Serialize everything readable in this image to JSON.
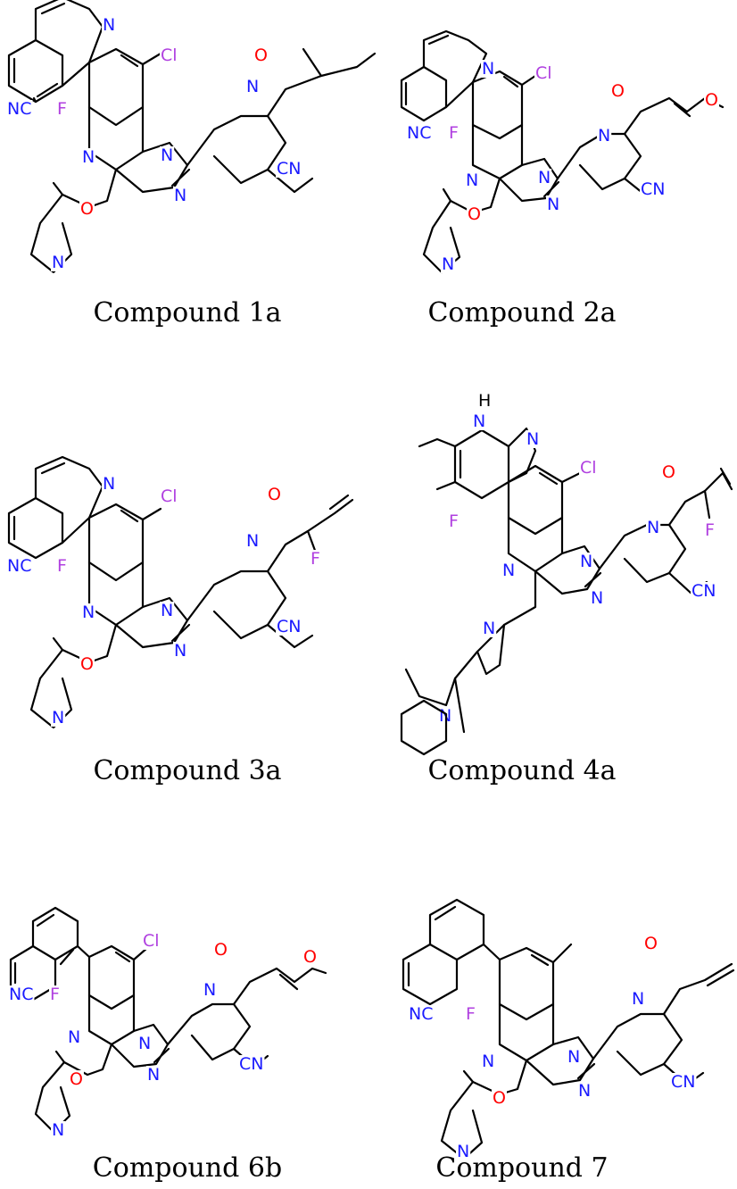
{
  "colors": {
    "bond": "#000000",
    "N": "#1a1aff",
    "O": "#ff0000",
    "F": "#b040e0",
    "Cl": "#b040e0",
    "C": "#000000"
  },
  "compounds": [
    {
      "caption": "Compound 1a",
      "atoms": [
        {
          "label": "N",
          "el": "N"
        },
        {
          "label": "Cl",
          "el": "Cl"
        },
        {
          "label": "O",
          "el": "O"
        },
        {
          "label": "NC",
          "el": "N"
        },
        {
          "label": "F",
          "el": "F"
        },
        {
          "label": "N",
          "el": "N"
        },
        {
          "label": "N",
          "el": "N"
        },
        {
          "label": "N",
          "el": "N"
        },
        {
          "label": "CN",
          "el": "N"
        },
        {
          "label": "N",
          "el": "N"
        },
        {
          "label": "O",
          "el": "O"
        },
        {
          "label": "N",
          "el": "N"
        }
      ]
    },
    {
      "caption": "Compound 2a",
      "atoms": [
        {
          "label": "N",
          "el": "N"
        },
        {
          "label": "Cl",
          "el": "Cl"
        },
        {
          "label": "O",
          "el": "O"
        },
        {
          "label": "O",
          "el": "O"
        },
        {
          "label": "NC",
          "el": "N"
        },
        {
          "label": "F",
          "el": "F"
        },
        {
          "label": "N",
          "el": "N"
        },
        {
          "label": "N",
          "el": "N"
        },
        {
          "label": "N",
          "el": "N"
        },
        {
          "label": "CN",
          "el": "N"
        },
        {
          "label": "N",
          "el": "N"
        },
        {
          "label": "O",
          "el": "O"
        },
        {
          "label": "N",
          "el": "N"
        }
      ]
    },
    {
      "caption": "Compound 3a",
      "atoms": [
        {
          "label": "N",
          "el": "N"
        },
        {
          "label": "Cl",
          "el": "Cl"
        },
        {
          "label": "O",
          "el": "O"
        },
        {
          "label": "NC",
          "el": "N"
        },
        {
          "label": "F",
          "el": "F"
        },
        {
          "label": "F",
          "el": "F"
        },
        {
          "label": "N",
          "el": "N"
        },
        {
          "label": "N",
          "el": "N"
        },
        {
          "label": "N",
          "el": "N"
        },
        {
          "label": "CN",
          "el": "N"
        },
        {
          "label": "N",
          "el": "N"
        },
        {
          "label": "O",
          "el": "O"
        },
        {
          "label": "N",
          "el": "N"
        }
      ]
    },
    {
      "caption": "Compound 4a",
      "atoms": [
        {
          "label": "H",
          "el": "C"
        },
        {
          "label": "N",
          "el": "N"
        },
        {
          "label": "N",
          "el": "N"
        },
        {
          "label": "Cl",
          "el": "Cl"
        },
        {
          "label": "O",
          "el": "O"
        },
        {
          "label": "F",
          "el": "F"
        },
        {
          "label": "F",
          "el": "F"
        },
        {
          "label": "N",
          "el": "N"
        },
        {
          "label": "N",
          "el": "N"
        },
        {
          "label": "N",
          "el": "N"
        },
        {
          "label": "N",
          "el": "N"
        },
        {
          "label": "CN",
          "el": "N"
        },
        {
          "label": "N",
          "el": "N"
        },
        {
          "label": "N",
          "el": "N"
        }
      ]
    },
    {
      "caption": "Compound 6b",
      "atoms": [
        {
          "label": "Cl",
          "el": "Cl"
        },
        {
          "label": "O",
          "el": "O"
        },
        {
          "label": "O",
          "el": "O"
        },
        {
          "label": "NC",
          "el": "N"
        },
        {
          "label": "F",
          "el": "F"
        },
        {
          "label": "N",
          "el": "N"
        },
        {
          "label": "N",
          "el": "N"
        },
        {
          "label": "N",
          "el": "N"
        },
        {
          "label": "CN",
          "el": "N"
        },
        {
          "label": "N",
          "el": "N"
        },
        {
          "label": "O",
          "el": "O"
        },
        {
          "label": "N",
          "el": "N"
        }
      ]
    },
    {
      "caption": "Compound 7",
      "atoms": [
        {
          "label": "O",
          "el": "O"
        },
        {
          "label": "NC",
          "el": "N"
        },
        {
          "label": "F",
          "el": "F"
        },
        {
          "label": "N",
          "el": "N"
        },
        {
          "label": "N",
          "el": "N"
        },
        {
          "label": "N",
          "el": "N"
        },
        {
          "label": "CN",
          "el": "N"
        },
        {
          "label": "N",
          "el": "N"
        },
        {
          "label": "O",
          "el": "O"
        },
        {
          "label": "N",
          "el": "N"
        }
      ]
    }
  ]
}
